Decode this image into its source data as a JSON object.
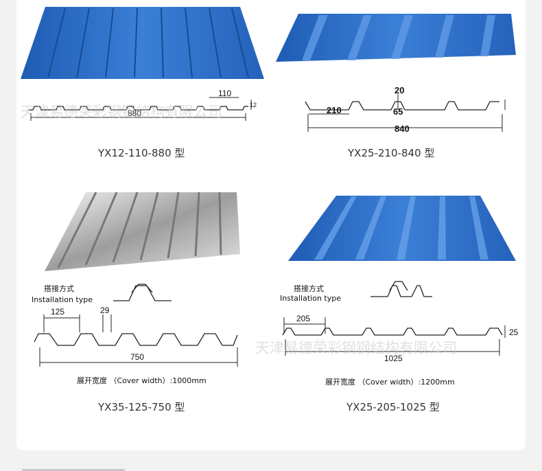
{
  "colors": {
    "blue": "#2f6fc7",
    "blue_dark": "#1f58a8",
    "silver": "#c9c9c9",
    "card_bg": "#ffffff",
    "page_bg": "#f2f2f2"
  },
  "watermark": "天津易德荣彩钢钢结构有限公司",
  "panels": [
    {
      "caption": "YX12-110-880 型",
      "dims": {
        "rib": "110",
        "width": "880",
        "height": "12"
      }
    },
    {
      "caption": "YX25-210-840 型",
      "dims": {
        "top": "20",
        "spacing": "210",
        "rib": "65",
        "width": "840"
      }
    },
    {
      "caption": "YX35-125-750 型",
      "install_cn": "搭接方式",
      "install_en": "Installation type",
      "dims": {
        "spacing": "125",
        "top": "29",
        "width": "750"
      },
      "cover": "展开宽度 （Cover width）:1000mm"
    },
    {
      "caption": "YX25-205-1025 型",
      "install_cn": "搭接方式",
      "install_en": "Installation type",
      "dims": {
        "spacing": "205",
        "height": "25",
        "width": "1025"
      },
      "cover": "展开宽度 （Cover width）:1200mm"
    }
  ]
}
